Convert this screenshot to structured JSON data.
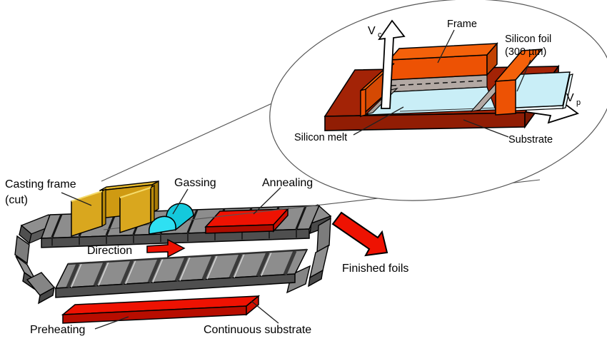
{
  "inset": {
    "vc_main": "V",
    "vc_sub": "c",
    "vp_main": "V",
    "vp_sub": "p",
    "frame_label": "Frame",
    "silicon_foil_label_line1": "Silicon foil",
    "silicon_foil_label_line2": "(300 µm)",
    "silicon_melt_label": "Silicon melt",
    "substrate_label": "Substrate"
  },
  "main": {
    "casting_frame_label_line1": "Casting frame",
    "casting_frame_label_line2": "(cut)",
    "gassing_label": "Gassing",
    "annealing_label": "Annealing",
    "direction_label": "Direction",
    "finished_foils_label": "Finished foils",
    "preheating_label": "Preheating",
    "continuous_substrate_label": "Continuous substrate"
  },
  "colors": {
    "red": "#ee1202",
    "dark_red": "#a32306",
    "orange": "#ed5204",
    "orange_light": "#f4610a",
    "gold": "#d9a71e",
    "cyan": "#2ee0f2",
    "pale_cyan": "#c9eef7",
    "belt_gray": "#8d8d8d",
    "belt_dark": "#4f4f4f"
  }
}
